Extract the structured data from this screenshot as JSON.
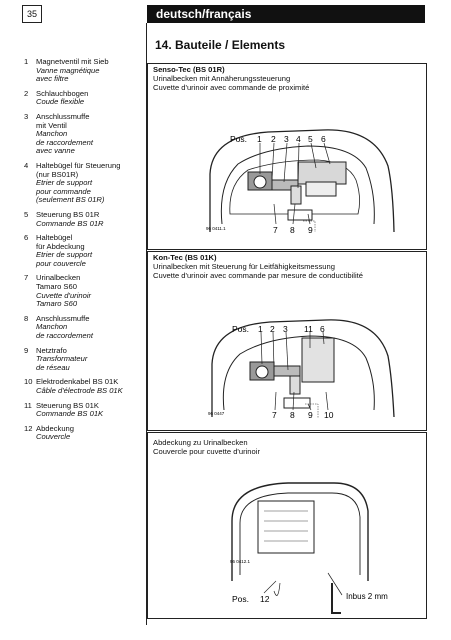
{
  "page_number": "35",
  "header_title": "deutsch/français",
  "section_title": "14. Bauteile / Elements",
  "legend": [
    {
      "num": "1",
      "de": [
        "Magnetventil mit Sieb"
      ],
      "fr": [
        "Vanne magnétique",
        "avec filtre"
      ]
    },
    {
      "num": "2",
      "de": [
        "Schlauchbogen"
      ],
      "fr": [
        "Coude flexible"
      ]
    },
    {
      "num": "3",
      "de": [
        "Anschlussmuffe",
        "mit Ventil"
      ],
      "fr": [
        "Manchon",
        "de raccordement",
        "avec vanne"
      ]
    },
    {
      "num": "4",
      "de": [
        "Haltebügel für Steuerung",
        "(nur BS01R)"
      ],
      "fr": [
        "Etrier de support",
        "pour commande",
        "(seulement BS 01R)"
      ]
    },
    {
      "num": "5",
      "de": [
        "Steuerung BS 01R"
      ],
      "fr": [
        "Commande BS 01R"
      ]
    },
    {
      "num": "6",
      "de": [
        "Haltebügel",
        "für Abdeckung"
      ],
      "fr": [
        "Etrier de support",
        "pour couvercle"
      ]
    },
    {
      "num": "7",
      "de": [
        "Urinalbecken",
        "Tamaro S60"
      ],
      "fr": [
        "Cuvette d'urinoir",
        "Tamaro S60"
      ]
    },
    {
      "num": "8",
      "de": [
        "Anschlussmuffe"
      ],
      "fr": [
        "Manchon",
        "de raccordement"
      ]
    },
    {
      "num": "9",
      "de": [
        "Netztrafo"
      ],
      "fr": [
        "Transformateur",
        "de réseau"
      ]
    },
    {
      "num": "10",
      "de": [
        "Elektrodenkabel BS 01K"
      ],
      "fr": [
        "Câble d'électrode BS 01K"
      ]
    },
    {
      "num": "11",
      "de": [
        "Steuerung BS 01K"
      ],
      "fr": [
        "Commande BS 01K"
      ]
    },
    {
      "num": "12",
      "de": [
        "Abdeckung"
      ],
      "fr": [
        "Couvercle"
      ]
    }
  ],
  "panel1": {
    "title": "Senso-Tec (BS 01R)",
    "line_de": "Urinalbecken mit Annäherungssteuerung",
    "line_fr": "Cuvette d'urinoir avec commande de proximité",
    "pos_label": "Pos.",
    "top_numbers": [
      "1",
      "2",
      "3",
      "4",
      "5",
      "6"
    ],
    "bottom_numbers": [
      "7",
      "8",
      "9"
    ],
    "drawing_no": "96 0411.1"
  },
  "panel2": {
    "title": "Kon-Tec (BS 01K)",
    "line_de": "Urinalbecken mit Steuerung für Leitfähigkeitsmessung",
    "line_fr": "Cuvette d'urinoir avec commande par mesure de conductibilité",
    "pos_label": "Pos.",
    "top_numbers": [
      "1",
      "2",
      "3",
      "11",
      "6"
    ],
    "bottom_numbers": [
      "7",
      "8",
      "9",
      "10"
    ],
    "drawing_no": "96 0447"
  },
  "panel3": {
    "line_de": "Abdeckung zu Urinalbecken",
    "line_fr": "Couvercle pour cuvette d'urinoir",
    "pos_label": "Pos.",
    "pos_number": "12",
    "drawing_no": "96 0412.1",
    "tool_label": "Inbus 2 mm"
  }
}
